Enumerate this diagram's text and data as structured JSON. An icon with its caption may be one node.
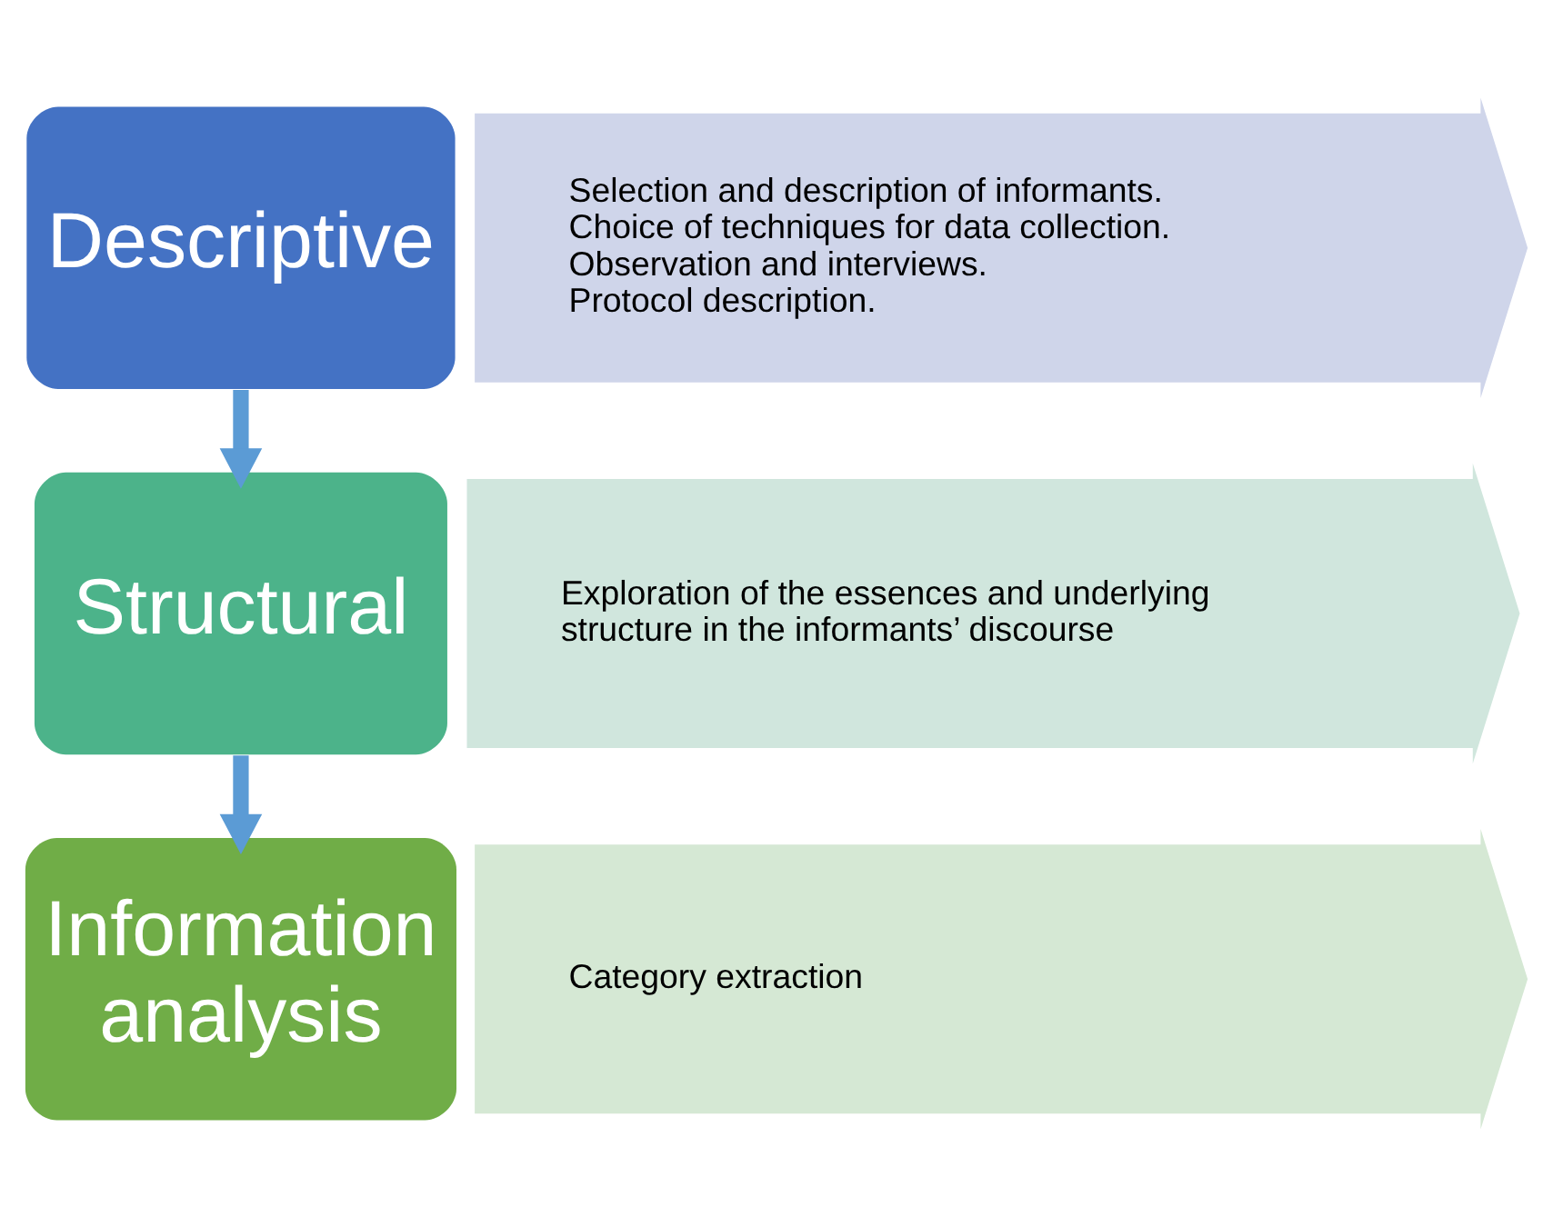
{
  "diagram": {
    "nodes": [
      {
        "text": [
          "Descriptive"
        ]
      },
      {
        "text": [
          "Selection and description of informants.",
          "Choice of techniques for data collection.",
          "Observation and interviews.",
          "Protocol description."
        ]
      },
      {
        "text": [
          "Structural"
        ]
      },
      {
        "text": [
          "Exploration of the essences and underlying structure in the informants’ discourse"
        ]
      },
      {
        "text": [
          "Information analysis"
        ]
      },
      {
        "text": [
          "Category extraction"
        ]
      }
    ],
    "edges": [
      {
        "from": 0,
        "to": 2,
        "arrow": "to"
      },
      {
        "from": 2,
        "to": 4,
        "arrow": "to"
      }
    ]
  }
}
